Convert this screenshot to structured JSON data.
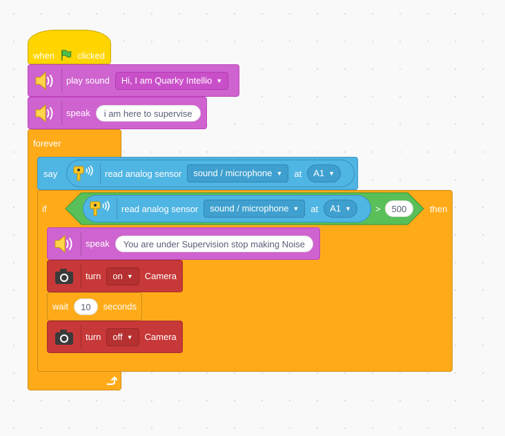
{
  "colors": {
    "events": "#ffd500",
    "sound": "#cf63cf",
    "control": "#ffab19",
    "sensor": "#4fb5e3",
    "operator": "#59c059",
    "camera": "#c73838"
  },
  "icons": {
    "flag": "green-flag-icon",
    "speaker": "speaker-icon",
    "sensor": "sound-sensor-icon",
    "camera": "camera-icon",
    "loop": "loop-arrow-icon"
  },
  "hat": {
    "when": "when",
    "clicked": "clicked"
  },
  "play_sound": {
    "label": "play sound",
    "value": "Hi, I am Quarky Intellio"
  },
  "speak1": {
    "label": "speak",
    "value": "i am here to supervise"
  },
  "forever": {
    "label": "forever"
  },
  "say": {
    "label": "say",
    "reporter": {
      "label": "read analog sensor",
      "sensor": "sound / microphone",
      "at": "at",
      "pin": "A1"
    }
  },
  "if": {
    "label": "if",
    "then": "then",
    "condition": {
      "reporter": {
        "label": "read analog sensor",
        "sensor": "sound / microphone",
        "at": "at",
        "pin": "A1"
      },
      "op": ">",
      "value": "500"
    }
  },
  "speak2": {
    "label": "speak",
    "value": "You are under Supervision stop making Noise"
  },
  "camera_on": {
    "label": "turn",
    "value": "on",
    "suffix": "Camera"
  },
  "wait": {
    "label": "wait",
    "value": "10",
    "suffix": "seconds"
  },
  "camera_off": {
    "label": "turn",
    "value": "off",
    "suffix": "Camera"
  }
}
